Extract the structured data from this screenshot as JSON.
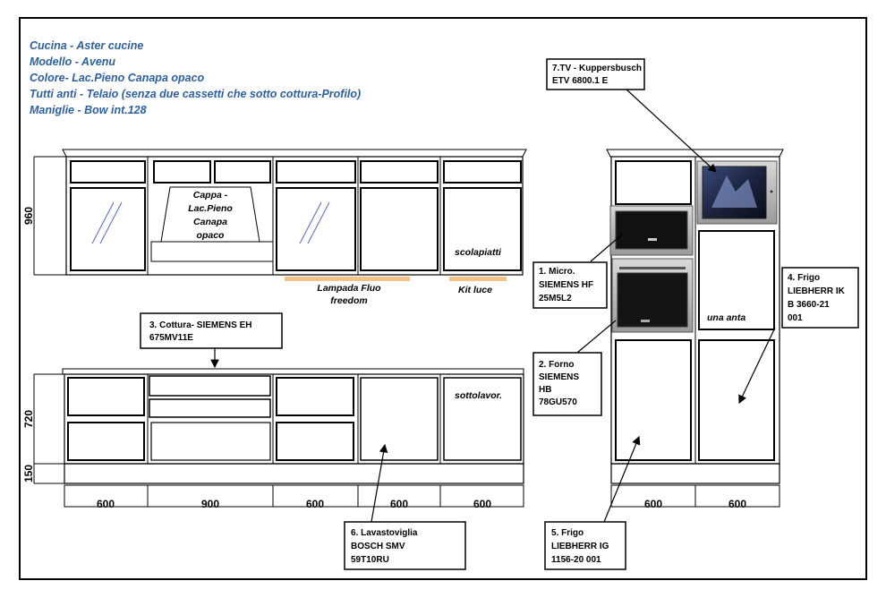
{
  "header": {
    "line1": "Cucina - Aster cucine",
    "line2": "Modello - Avenu",
    "line3": "Colore- Lac.Pieno Canapa opaco",
    "line4": "Tutti anti -  Telaio (senza due cassetti che sotto cottura-Profilo)",
    "line5": "Maniglie - Bow int.128"
  },
  "dimensions": {
    "h_wall": "960",
    "h_base": "720",
    "h_plinth": "150",
    "widths_left": [
      "600",
      "900",
      "600",
      "600",
      "600"
    ],
    "widths_right": [
      "600",
      "600"
    ]
  },
  "hood": {
    "l1": "Cappa -",
    "l2": "Lac.Pieno",
    "l3": "Canapa",
    "l4": "opaco"
  },
  "notes": {
    "scolapiatti": "scolapiatti",
    "lampada_1": "Lampada Fluo",
    "lampada_2": "freedom",
    "kit_luce": "Kit luce",
    "sottolavor": "sottolavor.",
    "una_anta": "una anta"
  },
  "callouts": {
    "c1": {
      "l1": "1. Micro.",
      "l2": "SIEMENS HF",
      "l3": "25M5L2"
    },
    "c2": {
      "l1": "2. Forno",
      "l2": "SIEMENS",
      "l3": "HB",
      "l4": "78GU570"
    },
    "c3": {
      "l1": "3. Cottura- SIEMENS EH",
      "l2": "675MV11E"
    },
    "c4": {
      "l1": "4. Frigo",
      "l2": "LIEBHERR  IK",
      "l3": "B 3660-21",
      "l4": "001"
    },
    "c5": {
      "l1": "5. Frigo",
      "l2": "LIEBHERR  IG",
      "l3": "1156-20 001"
    },
    "c6": {
      "l1": "6. Lavastoviglia",
      "l2": "BOSCH SMV",
      "l3": "59T10RU"
    },
    "c7": {
      "l1": "7.TV - Kuppersbusch",
      "l2": "ETV 6800.1 E"
    }
  },
  "colors": {
    "header_text": "#2f5f9e",
    "light_strip": "#f5c38a"
  }
}
